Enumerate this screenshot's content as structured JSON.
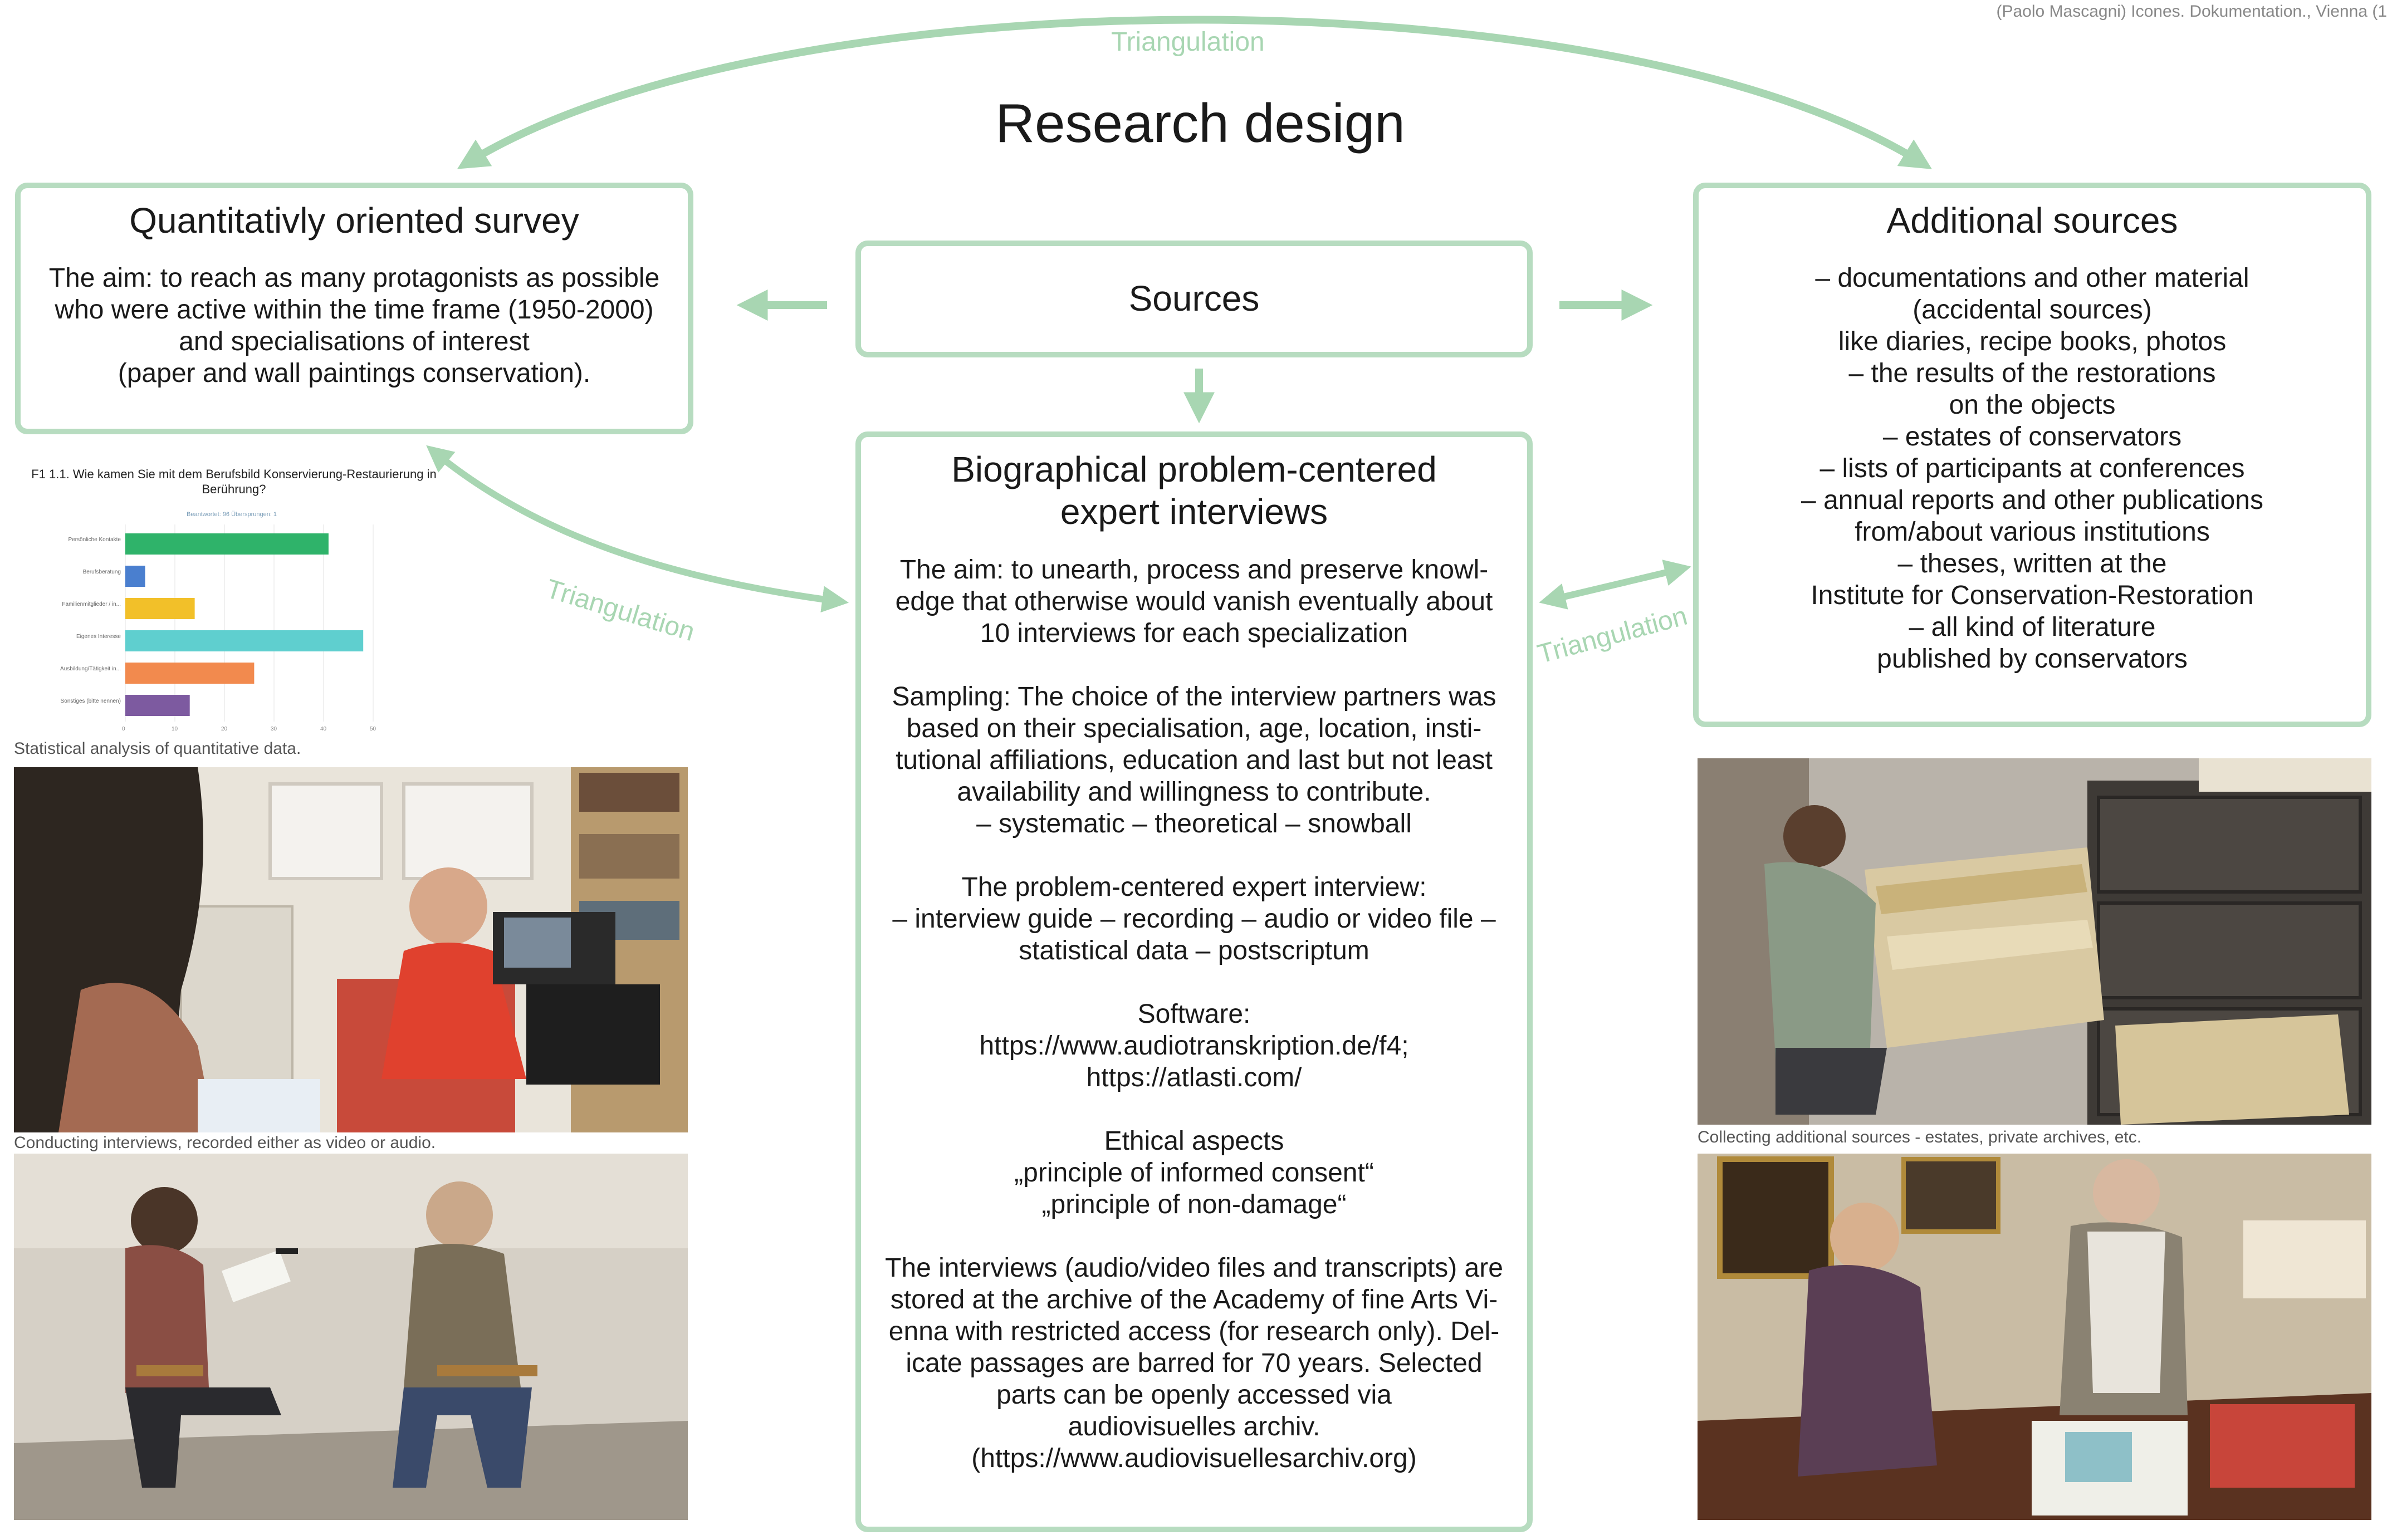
{
  "credit": "(Paolo Mascagni) Icones. Dokumentation., Vienna (1",
  "title": "Research design",
  "triangulation_label": "Triangulation",
  "survey": {
    "title": "Quantitativly oriented survey",
    "body": "The aim: to reach as many protagonists as possible\nwho were active within the time frame (1950-2000)\nand specialisations of interest\n(paper and wall paintings conservation)."
  },
  "sources": {
    "title": "Sources"
  },
  "interviews": {
    "title": "Biographical problem-centered\nexpert interviews",
    "body": "The aim: to unearth, process and preserve knowl-\nedge that otherwise would vanish eventually about\n10 interviews for each specialization\n\nSampling: The choice of the interview partners was\nbased on their specialisation, age, location, insti-\ntutional affiliations, education and last but not least\navailability and willingness to contribute.\n– systematic – theoretical – snowball\n\nThe problem-centered expert interview:\n– interview guide – recording – audio or video file –\nstatistical data – postscriptum\n\nSoftware:\nhttps://www.audiotranskription.de/f4;\nhttps://atlasti.com/\n\nEthical aspects\n„principle of informed consent“\n„principle of non-damage“\n\nThe interviews (audio/video files and transcripts) are\nstored at the archive of the Academy of fine Arts Vi-\nenna with restricted access (for research only). Del-\nicate passages are barred for 70 years. Selected\nparts can be openly accessed via\naudiovisuelles archiv.\n(https://www.audiovisuellesarchiv.org)"
  },
  "additional": {
    "title": "Additional sources",
    "body": "– documentations and other material\n(accidental sources)\nlike diaries, recipe books, photos\n– the results of the restorations\non the objects\n– estates of conservators\n– lists of participants at conferences\n– annual reports and other publications\nfrom/about various institutions\n– theses, written at the\nInstitute for Conservation-Restoration\n– all kind of literature\npublished by conservators"
  },
  "captions": {
    "stats": "Statistical analysis of quantitative data.",
    "interviews": "Conducting interviews, recorded either as video or audio.",
    "sources": "Collecting additional sources - estates, private archives, etc."
  },
  "chart_data": {
    "type": "bar",
    "orientation": "horizontal",
    "title": "F1 1.1. Wie kamen Sie mit dem Berufsbild Konservierung-Restaurierung in Berührung?",
    "subtitle": "Beantwortet: 96    Übersprungen: 1",
    "categories": [
      "Persönliche Kontakte",
      "Berufsberatung",
      "Familienmitglieder / in...",
      "Eigenes Interesse",
      "Ausbildung/Tätigkeit in...",
      "Sonstiges (bitte nennen)"
    ],
    "values": [
      41,
      4,
      14,
      48,
      26,
      13
    ],
    "colors": [
      "#2fb36a",
      "#4a7fcf",
      "#f2c029",
      "#5fcfcf",
      "#f28a4e",
      "#7d5aa0"
    ],
    "xticks": [
      "0",
      "10",
      "20",
      "30",
      "40",
      "50"
    ],
    "xlim": [
      0,
      50
    ]
  }
}
